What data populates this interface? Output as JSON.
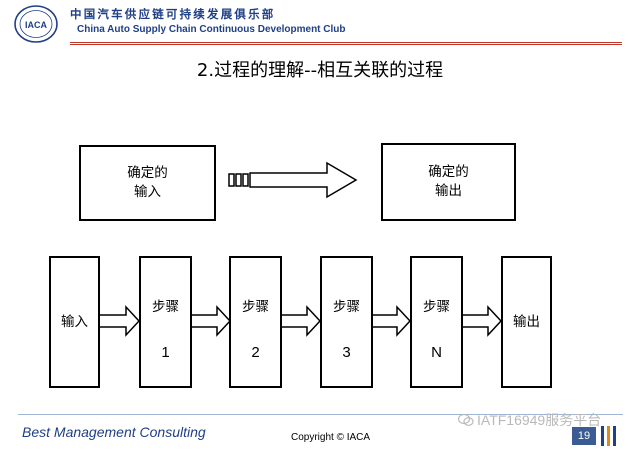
{
  "header": {
    "logo_text": "IACA",
    "org_name_cn": "中国汽车供应链可持续发展俱乐部",
    "org_name_en": "China Auto Supply Chain Continuous Development Club",
    "brand_color": "#1f3f86",
    "rule_color": "#c0392b"
  },
  "slide": {
    "title": "2.过程的理解--相互关联的过程"
  },
  "diagram": {
    "top_input": {
      "line1": "确定的",
      "line2": "输入"
    },
    "top_output": {
      "line1": "确定的",
      "line2": "输出"
    },
    "flow_input": "输入",
    "steps": [
      {
        "label": "步骤",
        "number": "1"
      },
      {
        "label": "步骤",
        "number": "2"
      },
      {
        "label": "步骤",
        "number": "3"
      },
      {
        "label": "步骤",
        "number": "N"
      }
    ],
    "flow_output": "输出"
  },
  "footer": {
    "company": "Best Management Consulting",
    "copyright": "Copyright © IACA",
    "watermark": "IATF16949服务平台",
    "page_number": "19"
  }
}
